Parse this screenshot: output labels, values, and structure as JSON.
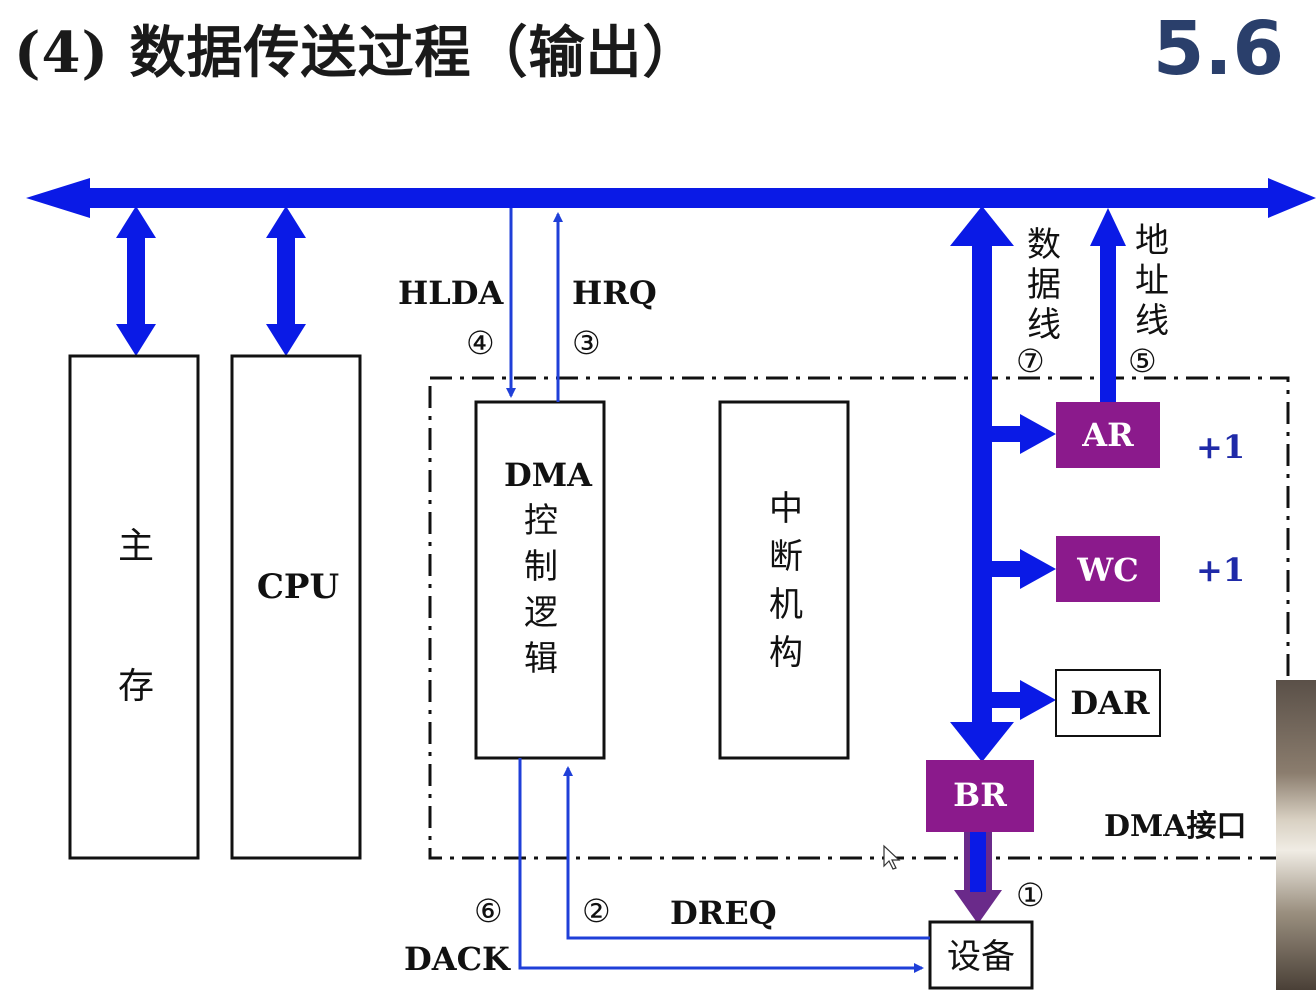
{
  "title": "(4) 数据传送过程（输出）",
  "section_number": "5.6",
  "blocks": {
    "main_memory": "主存",
    "cpu": "CPU",
    "dma_control_line1": "DMA",
    "dma_control_chars": "控制逻辑",
    "interrupt": "中断机构",
    "ar": "AR",
    "wc": "WC",
    "dar": "DAR",
    "br": "BR",
    "device": "设备",
    "dma_interface": "DMA接口"
  },
  "signals": {
    "hlda": "HLDA",
    "hrq": "HRQ",
    "dreq": "DREQ",
    "dack": "DACK",
    "data_line": "数据线",
    "address_line": "地址线",
    "ar_increment": "+1",
    "wc_increment": "+1"
  },
  "steps": {
    "s1": "①",
    "s2": "②",
    "s3": "③",
    "s4": "④",
    "s5": "⑤",
    "s6": "⑥",
    "s7": "⑦"
  },
  "colors": {
    "bus": "#0a1ae6",
    "register": "#8b1a8c",
    "thin_line": "#1f3fd8",
    "plus_text": "#1f2aa8"
  }
}
